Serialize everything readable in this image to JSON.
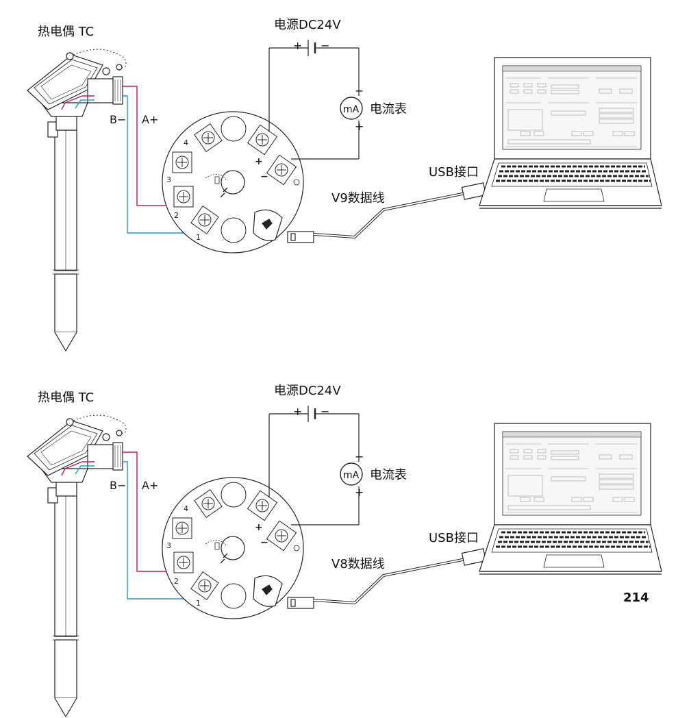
{
  "colors": {
    "wire_red": "#c2185b",
    "wire_blue": "#1a9ad6",
    "line": "#222222",
    "background": "#ffffff"
  },
  "diagrams": [
    {
      "sensor_label": "热电偶 TC",
      "power_label": "电源DC24V",
      "plus_sign": "+",
      "minus_sign": "−",
      "meter_symbol": "mA",
      "meter_label": "电流表",
      "meter_minus": "−",
      "meter_plus": "+",
      "b_minus": "B−",
      "a_plus": "A+",
      "usb_label": "USB接口",
      "cable_label": "V9数据线",
      "terminals": [
        "4",
        "3",
        "2",
        "1"
      ]
    },
    {
      "sensor_label": "热电偶 TC",
      "power_label": "电源DC24V",
      "plus_sign": "+",
      "minus_sign": "−",
      "meter_symbol": "mA",
      "meter_label": "电流表",
      "meter_minus": "−",
      "meter_plus": "+",
      "b_minus": "B−",
      "a_plus": "A+",
      "usb_label": "USB接口",
      "cable_label": "V8数据线",
      "terminals": [
        "4",
        "3",
        "2",
        "1"
      ]
    }
  ],
  "page_number": "214"
}
